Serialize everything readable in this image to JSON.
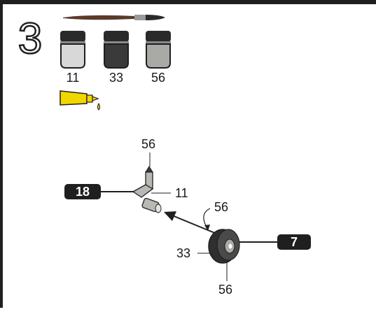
{
  "step": {
    "number": "3"
  },
  "paints": [
    {
      "code": "11",
      "fill": "#d8d8d8"
    },
    {
      "code": "33",
      "fill": "#3a3a3a"
    },
    {
      "code": "56",
      "fill": "#a9aaa6"
    }
  ],
  "glue": {
    "tube_color": "#f2d600"
  },
  "callouts": {
    "strut_top": "56",
    "strut_side": "11",
    "wheel_top": "56",
    "wheel_left": "33",
    "wheel_bottom": "56"
  },
  "part_tags": {
    "strut": "18",
    "wheel": "7"
  }
}
